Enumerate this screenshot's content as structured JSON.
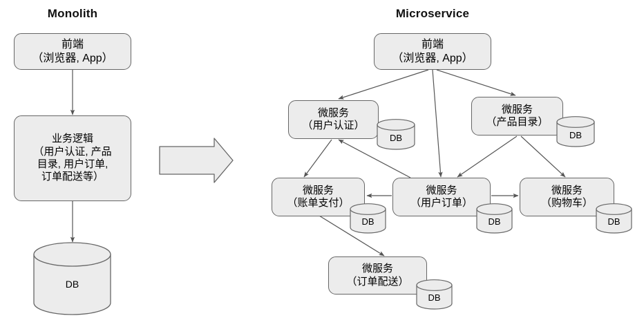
{
  "diagram": {
    "kind": "architecture-comparison",
    "background": "#ffffff",
    "node_fill": "#ececec",
    "node_stroke": "#666666",
    "edge_stroke": "#555555"
  },
  "titles": {
    "left": "Monolith",
    "right": "Microservice"
  },
  "db_label": "DB",
  "monolith": {
    "frontend": {
      "line1": "前端",
      "line2": "（浏览器, App）"
    },
    "business": {
      "line1": "业务逻辑",
      "line2": "（用户认证, 产品",
      "line3": "目录, 用户订单,",
      "line4": "订单配送等）"
    },
    "database": {
      "label": "DB"
    }
  },
  "microservice": {
    "frontend": {
      "line1": "前端",
      "line2": "（浏览器, App）"
    },
    "services": [
      {
        "id": "auth",
        "line1": "微服务",
        "line2": "（用户认证）",
        "db": "DB"
      },
      {
        "id": "catalog",
        "line1": "微服务",
        "line2": "（产品目录）",
        "db": "DB"
      },
      {
        "id": "billing",
        "line1": "微服务",
        "line2": "（账单支付）",
        "db": "DB"
      },
      {
        "id": "orders",
        "line1": "微服务",
        "line2": "（用户订单）",
        "db": "DB"
      },
      {
        "id": "cart",
        "line1": "微服务",
        "line2": "（购物车）",
        "db": "DB"
      },
      {
        "id": "delivery",
        "line1": "微服务",
        "line2": "（订单配送）",
        "db": "DB"
      }
    ],
    "connections": [
      {
        "from": "frontend",
        "to": "auth"
      },
      {
        "from": "frontend",
        "to": "orders"
      },
      {
        "from": "frontend",
        "to": "catalog"
      },
      {
        "from": "orders",
        "to": "auth"
      },
      {
        "from": "auth",
        "to": "billing"
      },
      {
        "from": "catalog",
        "to": "orders"
      },
      {
        "from": "catalog",
        "to": "cart"
      },
      {
        "from": "orders",
        "to": "billing"
      },
      {
        "from": "orders",
        "to": "cart"
      },
      {
        "from": "billing",
        "to": "delivery"
      }
    ]
  },
  "transform_arrow": {
    "direction": "right",
    "meaning": "monolith-to-microservice"
  }
}
